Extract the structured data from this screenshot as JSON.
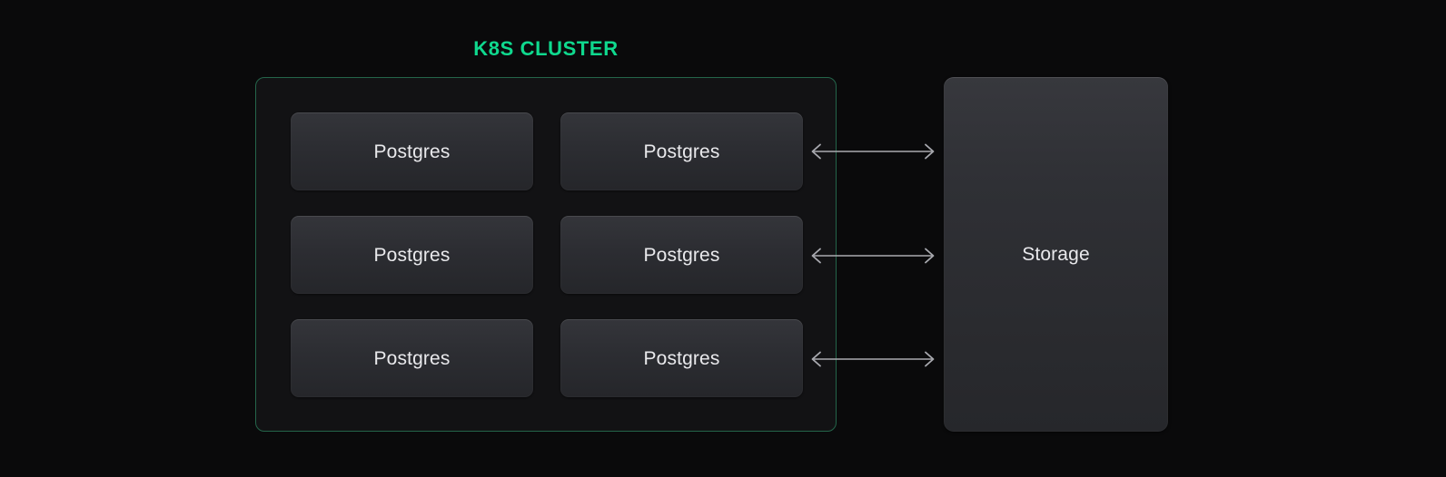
{
  "diagram": {
    "background_color": "#0a0a0b",
    "title": "K8S CLUSTER",
    "title_color": "#0fd98e",
    "cluster": {
      "border_color": "#24654a",
      "fill_color": "#121214",
      "nodes": [
        {
          "label": "Postgres"
        },
        {
          "label": "Postgres"
        },
        {
          "label": "Postgres"
        },
        {
          "label": "Postgres"
        },
        {
          "label": "Postgres"
        },
        {
          "label": "Postgres"
        }
      ]
    },
    "storage": {
      "label": "Storage",
      "fill_color": "#2f3035"
    },
    "connectors": [
      {
        "name": "storage-link-1",
        "type": "double-arrow",
        "color": "#a9aab0"
      },
      {
        "name": "storage-link-2",
        "type": "double-arrow",
        "color": "#a9aab0"
      },
      {
        "name": "storage-link-3",
        "type": "double-arrow",
        "color": "#a9aab0"
      }
    ]
  }
}
